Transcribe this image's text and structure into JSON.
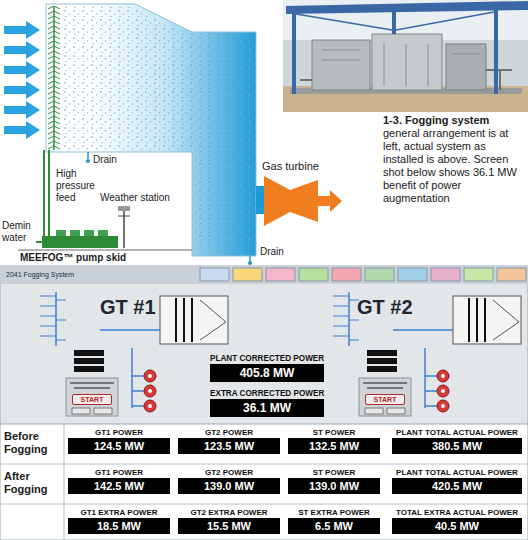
{
  "diagram": {
    "caption": "1-3. Fogging system",
    "nodes": [
      {
        "text": [
          "2041 Fogging System"
        ]
      },
      {
        "text": [
          "GT #1"
        ],
        "in": 0
      },
      {
        "text": [
          "START"
        ],
        "in": 1
      },
      {
        "text": [
          "PLANT CORRECTED POWER",
          "405.8 MW"
        ],
        "in": 0
      },
      {
        "text": [
          "GT #2"
        ],
        "in": 0
      },
      {
        "text": [
          "START"
        ],
        "in": 4
      },
      {
        "text": [
          "EXTRA CORRECTED POWER",
          "36.1 MW"
        ],
        "in": 0
      },
      {
        "text": [
          "GT1 POWER",
          "124.5 MW"
        ],
        "in": 0
      },
      {
        "text": [
          "GT2 POWER",
          "123.5 MW"
        ],
        "in": 0
      },
      {
        "text": [
          "ST POWER",
          "132.5 MW"
        ],
        "in": 0
      },
      {
        "text": [
          "PLANT TOTAL ACTUAL POWER",
          "380.5 MW"
        ],
        "in": 0
      },
      {
        "text": [
          "GT1 POWER",
          "142.5 MW"
        ],
        "in": 0
      },
      {
        "text": [
          "GT2 POWER",
          "139.0 MW"
        ],
        "in": 0
      },
      {
        "text": [
          "ST POWER",
          "139.0 MW"
        ],
        "in": 0
      },
      {
        "text": [
          "PLANT TOTAL ACTUAL POWER",
          "420.5 MW"
        ],
        "in": 0
      },
      {
        "text": [
          "GT1 EXTRA POWER",
          "18.5 MW"
        ],
        "in": 0
      },
      {
        "text": [
          "GT2 EXTRA POWER",
          "15.5 MW"
        ],
        "in": 0
      },
      {
        "text": [
          "ST EXTRA POWER",
          "6.5 MW"
        ],
        "in": 0
      },
      {
        "text": [
          "TOTAL EXTRA ACTUAL POWER",
          "40.5 MW"
        ],
        "in": 0
      }
    ],
    "labels": [
      "Drain",
      "High pressure feed",
      "Weather station",
      "Demin water",
      "MEEFOG™ pump skid",
      "Gas turbine",
      "Drain",
      "general arrangement is at left, actual system as installed is above. Screen shot below shows 36.1 MW benefit of power augmentation",
      "Before Fogging",
      "After Fogging"
    ]
  }
}
